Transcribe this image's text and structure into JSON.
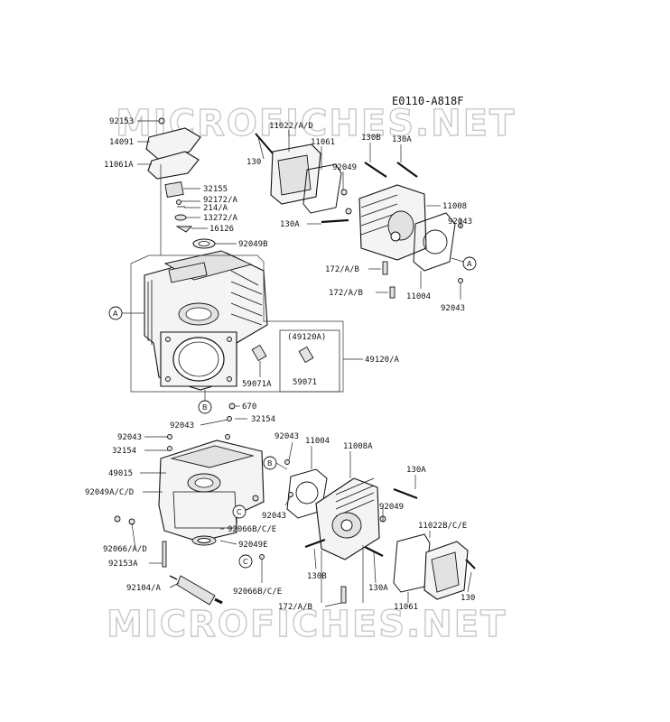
{
  "diagram_code": "E0110-A818F",
  "watermark": "MICROFICHES.NET",
  "callouts": {
    "a": "A",
    "b": "B",
    "c": "C"
  },
  "labels": {
    "l_92153_top": "92153",
    "l_14091": "14091",
    "l_11061A": "11061A",
    "l_32155": "32155",
    "l_92172A": "92172/A",
    "l_214A": "214/A",
    "l_13272A": "13272/A",
    "l_16126": "16126",
    "l_92049B": "92049B",
    "l_11022AD": "11022/A/D",
    "l_11061_top": "11061",
    "l_130_top": "130",
    "l_130B_top": "130B",
    "l_130A_top": "130A",
    "l_92049_top": "92049",
    "l_11008": "11008",
    "l_130A_mid": "130A",
    "l_92043_r1": "92043",
    "l_172AB_1": "172/A/B",
    "l_172AB_2": "172/A/B",
    "l_11004_top": "11004",
    "l_92043_r2": "92043",
    "l_49120A_box": "(49120A)",
    "l_59071_box": "59071",
    "l_49120A": "49120/A",
    "l_59071A": "59071A",
    "l_670": "670",
    "l_92043_c1": "92043",
    "l_32154_c": "32154",
    "l_92043_l": "92043",
    "l_32154_l": "32154",
    "l_49015": "49015",
    "l_92049ACD": "92049A/C/D",
    "l_92066ADb": "92066/A/D",
    "l_92153A": "92153A",
    "l_92066BCE_1": "92066B/C/E",
    "l_92049E": "92049E",
    "l_92066BCE_2": "92066B/C/E",
    "l_92104A": "92104/A",
    "l_92043_c2": "92043",
    "l_11004_b": "11004",
    "l_11008A": "11008A",
    "l_130A_b1": "130A",
    "l_92043_c3": "92043",
    "l_92049_b": "92049",
    "l_11022BCE": "11022B/C/E",
    "l_130B_b": "130B",
    "l_130A_b2": "130A",
    "l_130_b": "130",
    "l_172AB_3": "172/A/B",
    "l_11061_b": "11061"
  }
}
